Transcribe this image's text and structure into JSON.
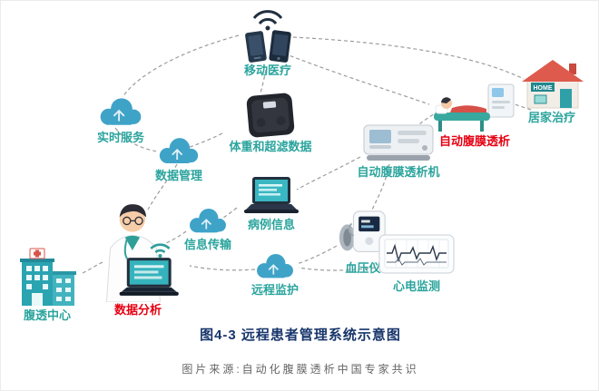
{
  "colors": {
    "teal": "#2ba49d",
    "red": "#e60012",
    "navy": "#17356b",
    "gray": "#666666",
    "cloud": "#3fa3c8",
    "wire": "#9c9c9c"
  },
  "nodes": {
    "mobile_medical": {
      "label": "移动医疗"
    },
    "realtime_service": {
      "label": "实时服务"
    },
    "weight_ultrafiltration": {
      "label": "体重和超滤数据"
    },
    "data_management": {
      "label": "数据管理"
    },
    "apd_machine": {
      "label": "自动腹膜透析机"
    },
    "home_treatment": {
      "label": "居家治疗",
      "home_sign": "HOME"
    },
    "auto_pd": {
      "label": "自动腹膜透析"
    },
    "case_info": {
      "label": "病例信息"
    },
    "info_transmission": {
      "label": "信息传输"
    },
    "bp_monitor": {
      "label": "血压仪"
    },
    "ecg_monitor": {
      "label": "心电监测"
    },
    "remote_monitoring": {
      "label": "远程监护"
    },
    "pd_center": {
      "label": "腹透中心"
    },
    "data_analysis": {
      "label": "数据分析"
    }
  },
  "icons": {
    "mobile_medical": "smartphones-wifi-icon",
    "realtime_service": "cloud-icon",
    "weight_ultrafiltration": "body-scale-icon",
    "data_management": "cloud-icon",
    "apd_machine": "dialysis-machine-icon",
    "home_treatment": "house-icon",
    "auto_pd": "patient-bed-machine-icon",
    "case_info": "laptop-icon",
    "info_transmission": "cloud-icon",
    "bp_monitor": "blood-pressure-monitor-icon",
    "ecg_monitor": "ecg-monitor-icon",
    "remote_monitoring": "cloud-icon",
    "pd_center": "hospital-icon",
    "data_analysis": "doctor-laptop-icon"
  },
  "caption": {
    "title": "图4-3 远程患者管理系统示意图",
    "source": "图片来源:自动化腹膜透析中国专家共识"
  }
}
